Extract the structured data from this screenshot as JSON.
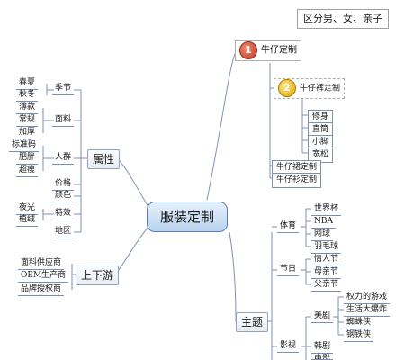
{
  "center": "服装定制",
  "note": "区分男、女、亲子",
  "left": {
    "attr": "属性",
    "season": "季节",
    "season_items": [
      "春夏",
      "秋冬"
    ],
    "fabric": "面料",
    "fabric_items": [
      "薄款",
      "常规",
      "加厚"
    ],
    "crowd": "人群",
    "crowd_items": [
      "标准码",
      "肥胖",
      "超瘦"
    ],
    "price": "价格",
    "color": "颜色",
    "effect": "特效",
    "effect_items": [
      "夜光",
      "植绒"
    ],
    "region": "地区",
    "chain": "上下游",
    "chain_items": [
      "面料供应商",
      "OEM生产商",
      "品牌授权商"
    ]
  },
  "right": {
    "jeans": {
      "badge": "1",
      "label": "牛仔定制"
    },
    "pants": {
      "badge": "2",
      "label": "牛仔裤定制"
    },
    "pants_items": [
      "修身",
      "直筒",
      "小脚",
      "宽松"
    ],
    "skirt": "牛仔裙定制",
    "shirt": "牛仔衫定制",
    "theme": "主题",
    "sports": "体育",
    "sports_items": [
      "世界杯",
      "NBA",
      "网球",
      "羽毛球"
    ],
    "festival": "节日",
    "festival_items": [
      "情人节",
      "母亲节",
      "父亲节"
    ],
    "film": "影视",
    "us_drama": "美剧",
    "us_drama_items": [
      "权力的游戏",
      "生活大爆炸",
      "蜘蛛侠",
      "钢铁侠"
    ],
    "kr_drama": "韩剧",
    "movie": "电影"
  }
}
